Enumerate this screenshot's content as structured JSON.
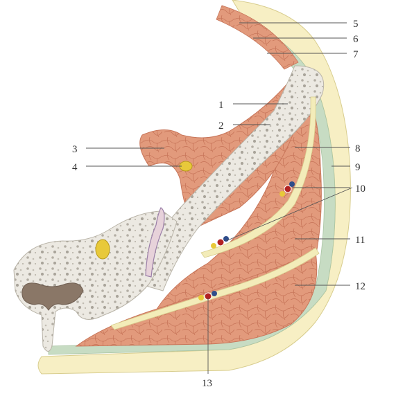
{
  "labels": {
    "l1": "1",
    "l2": "2",
    "l3": "3",
    "l4": "4",
    "l5": "5",
    "l6": "6",
    "l7": "7",
    "l8": "8",
    "l9": "9",
    "l10": "10",
    "l11": "11",
    "l12": "12",
    "l13": "13"
  },
  "colors": {
    "skin": "#f7efc4",
    "skin_outline": "#d8cd8e",
    "fascia": "#c7dcc3",
    "muscle": "#e29a7c",
    "muscle_line": "#c8765a",
    "bone": "#ece9e2",
    "bone_dots": "#a9a49a",
    "fat": "#f3ecb9",
    "nerve": "#e8c93a",
    "artery": "#b22222",
    "vein": "#2f4d8a",
    "canal": "#8a7767"
  }
}
